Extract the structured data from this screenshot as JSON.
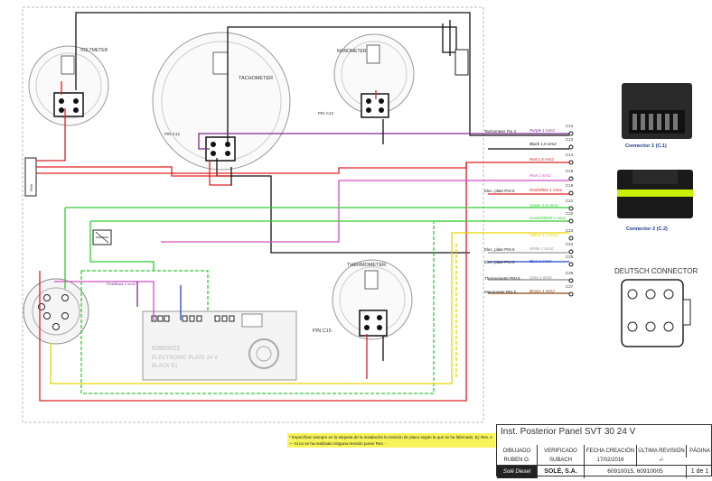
{
  "gauges": {
    "voltmeter": "VOLTMETER",
    "tachometer": "TACHOMETER",
    "manometer": "MANOMETER",
    "thermometer": "THERMOMETER"
  },
  "pins": {
    "tacho_c12": "PIN C12",
    "mano_c13": "PIN C13",
    "thermo_c15": "PIN C15"
  },
  "wires": [
    {
      "label": "Purple 1 mm2",
      "code": "C12",
      "color": "#7a2a8a",
      "side": "Tachometer Pin 3"
    },
    {
      "label": "Black 1,5 mm2",
      "code": "C12",
      "color": "#111111",
      "side": ""
    },
    {
      "label": "Red 1,5 mm2",
      "code": "C14",
      "color": "#e02020",
      "side": ""
    },
    {
      "label": "Pink 1 mm2",
      "code": "C15",
      "color": "#d64fc8",
      "side": ""
    },
    {
      "label": "Red/White 1 mm2",
      "code": "C16",
      "color": "#e02020",
      "side": "Elec. plate PIN 5"
    },
    {
      "label": "Green 1,5 mm2",
      "code": "C21",
      "color": "#33cc33",
      "side": ""
    },
    {
      "label": "Green/White 1 mm2",
      "code": "C22",
      "color": "#33cc33",
      "side": ""
    },
    {
      "label": "Yellow 1,5 mm2",
      "code": "C23",
      "color": "#e8d400",
      "side": ""
    },
    {
      "label": "White 1 mm2",
      "code": "C24",
      "color": "#999999",
      "side": "Elec. plate PIN 6"
    },
    {
      "label": "Blue 1 mm2",
      "code": "C25",
      "color": "#2244cc",
      "side": "Elec. plate PIN 6"
    },
    {
      "label": "Grey 1 mm2",
      "code": "C26",
      "color": "#888888",
      "side": "Thermometer PIN 5"
    },
    {
      "label": "Brown 1 mm2",
      "code": "C27",
      "color": "#8b4513",
      "side": "Manometer PIN 5"
    }
  ],
  "connectors": {
    "c1": "Connector 1 (C.1)",
    "c2": "Connector 2 (C.2)",
    "deutsch": "DEUTSCH CONNECTOR",
    "left_block": "Relé",
    "side_note": "Pink/Black 1 mm2"
  },
  "plate": {
    "code": "60900022",
    "name": "ELECTRONIC PLATE 24 V",
    "model": "BLACK E1"
  },
  "note": "* Especificar siempre en la etiqueta de la instalación la revisión de plano según la que se ha fabricado. Ej: Rev. A — Si no se ha realizado ninguna revisión poner Rev. -",
  "titleblock": {
    "title": "Inst. Posterior Panel SVT 30 24 V",
    "headers": [
      "DIBUJADO",
      "VERIFICADO",
      "FECHA CREACIÓN",
      "ÚLTIMA REVISIÓN",
      "PÁGINA"
    ],
    "values": [
      "RUBEN O.",
      "SUBACH",
      "17/02/2016",
      "-/-",
      ""
    ],
    "company_logo": "Solé Diesel",
    "company": "SOLÉ, S.A.",
    "refs": "60910015, 60910005",
    "page": "1 de 1"
  },
  "colors": {
    "red": "#e02020",
    "green": "#33cc33",
    "yellow": "#e8d400",
    "purple": "#7a2a8a",
    "pink": "#d64fc8",
    "blue": "#2244cc",
    "black": "#111111",
    "connector2_accent": "#c9f000"
  }
}
